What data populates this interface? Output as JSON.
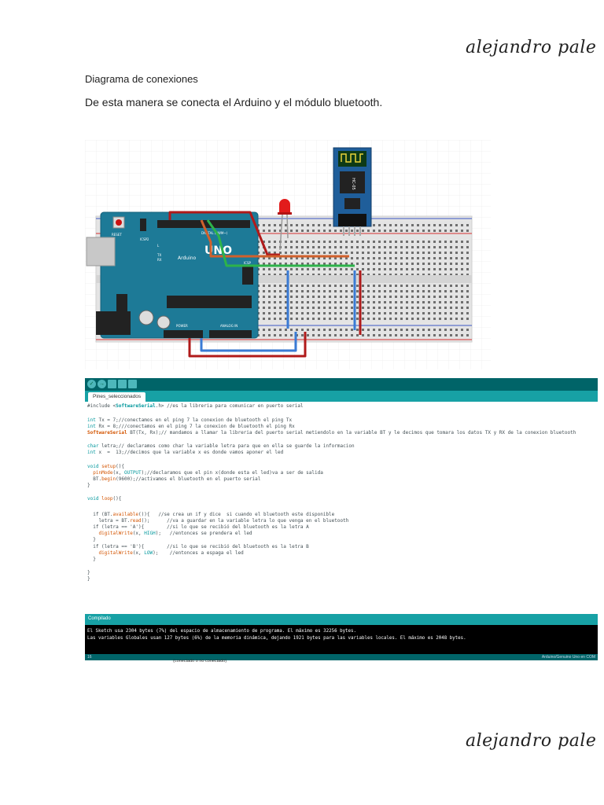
{
  "signature": "alejandro pale",
  "headings": {
    "title": "Diagrama de conexiones",
    "description": "De esta manera se conecta el Arduino y el módulo bluetooth."
  },
  "circuit": {
    "board_label": "UNO",
    "board_brand": "Arduino",
    "reset_label": "RESET",
    "icsp_label": "ICSP2",
    "icsp1_label": "ICSP",
    "tx_label": "TX",
    "rx_label": "RX",
    "l_label": "L",
    "digital_label": "DIGITAL (PWM~)",
    "power_label": "POWER",
    "analog_label": "ANALOG IN",
    "module_label": "HC-05",
    "colors": {
      "board": "#1d7a97",
      "breadboard": "#e4e4e4",
      "wire_red": "#b01a1a",
      "wire_blue": "#3a7bd5",
      "wire_orange": "#d1602c",
      "wire_green": "#2db34a",
      "module": "#1f5e9a",
      "led": "#e21b1b"
    }
  },
  "ide": {
    "tab_name": "Pines_seleccionados",
    "status": "Compilado",
    "console": [
      "El Sketch usa 2304 bytes (7%) del espacio de almacenamiento de programa. El máximo es 32256 bytes.",
      "Las variables Globales usan 127 bytes (6%) de la memoria dinámica, dejando 1921 bytes para las variables locales. El máximo es 2048 bytes."
    ],
    "footer_left": "16",
    "footer_right": "Arduino/Genuino Uno en COM",
    "below_text": "(conectado o no conectado)",
    "code": {
      "l1a": "#include <",
      "l1b": "SoftwareSerial",
      "l1c": ".h> //es la libreria para comunicar en puerto serial",
      "l2a": "int",
      "l2b": " Tx = 7;//conectamos en el ping 7 la conexion de bluetooth el ping Tx",
      "l3a": "int",
      "l3b": " Rx = 8;///conectamos en el ping 7 la conexion de bluetooth el ping Rx",
      "l4a": "SoftwareSerial",
      "l4b": " BT(Tx, Rx);// mandamos a llamar la libreria del puerto serial metiendolo en la variable BT y le decimos que tomara los datos TX y RX de la conexion bluetooth",
      "l5a": "char",
      "l5b": " letra;// declaramos como char la variable letra para que en ella se guarde la informacion",
      "l6a": "int",
      "l6b": " x  =  13;//decimos que la variable x es donde vamos aponer el led",
      "l7a": "void",
      "l7b": " ",
      "l7c": "setup",
      "l7d": "(){",
      "l8a": "  ",
      "l8b": "pinMode",
      "l8c": "(x, ",
      "l8d": "OUTPUT",
      "l8e": ");//declaramos que el pin x(donde esta el led)va a ser de salida",
      "l9a": "  BT.",
      "l9b": "begin",
      "l9c": "(9600);//activamos el bluetooth en el puerto serial",
      "l10": "}",
      "l11a": "void",
      "l11b": " ",
      "l11c": "loop",
      "l11d": "(){",
      "l12a": "  if (BT.",
      "l12b": "available",
      "l12c": "()){   //se crea un if y dice  si cuando el bluetooth este disponible",
      "l13a": "    letra = BT.",
      "l13b": "read",
      "l13c": "();      //va a guardar en la variable letra lo que venga en el bluetooth",
      "l14": "  if (letra == 'A'){        //si lo que se recibió del bluetooth es la letra A",
      "l15a": "    ",
      "l15b": "digitalWrite",
      "l15c": "(x, ",
      "l15d": "HIGH",
      "l15e": ");   //entonces se prendera el led",
      "l16": "  }",
      "l17": "  if (letra == 'B'){        //si lo que se recibió del bluetooth es la letra B",
      "l18a": "    ",
      "l18b": "digitalWrite",
      "l18c": "(x, ",
      "l18d": "LOW",
      "l18e": ");    //entonces a espaga el led",
      "l19": "  }",
      "l20": "}",
      "l21": "}"
    }
  }
}
